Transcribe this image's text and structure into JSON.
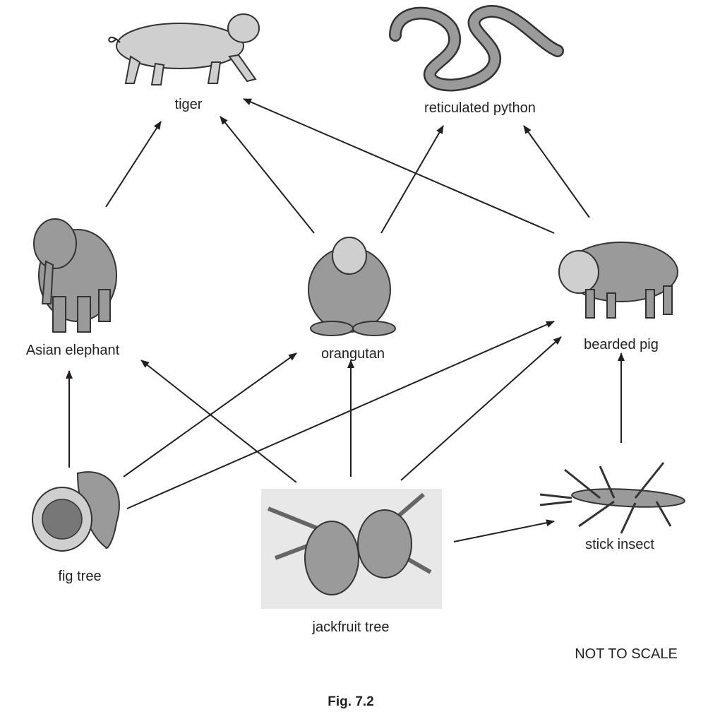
{
  "organisms": {
    "tiger": "tiger",
    "python": "reticulated python",
    "elephant": "Asian elephant",
    "orangutan": "orangutan",
    "pig": "bearded pig",
    "fig": "fig tree",
    "jackfruit": "jackfruit tree",
    "stick_insect": "stick insect"
  },
  "links": [
    [
      "Asian elephant",
      "tiger"
    ],
    [
      "orangutan",
      "tiger"
    ],
    [
      "bearded pig",
      "tiger"
    ],
    [
      "orangutan",
      "reticulated python"
    ],
    [
      "bearded pig",
      "reticulated python"
    ],
    [
      "fig tree",
      "Asian elephant"
    ],
    [
      "fig tree",
      "orangutan"
    ],
    [
      "fig tree",
      "bearded pig"
    ],
    [
      "jackfruit tree",
      "Asian elephant"
    ],
    [
      "jackfruit tree",
      "orangutan"
    ],
    [
      "jackfruit tree",
      "bearded pig"
    ],
    [
      "jackfruit tree",
      "stick insect"
    ],
    [
      "stick insect",
      "bearded pig"
    ]
  ],
  "note": "NOT TO SCALE",
  "caption": "Fig. 7.2"
}
